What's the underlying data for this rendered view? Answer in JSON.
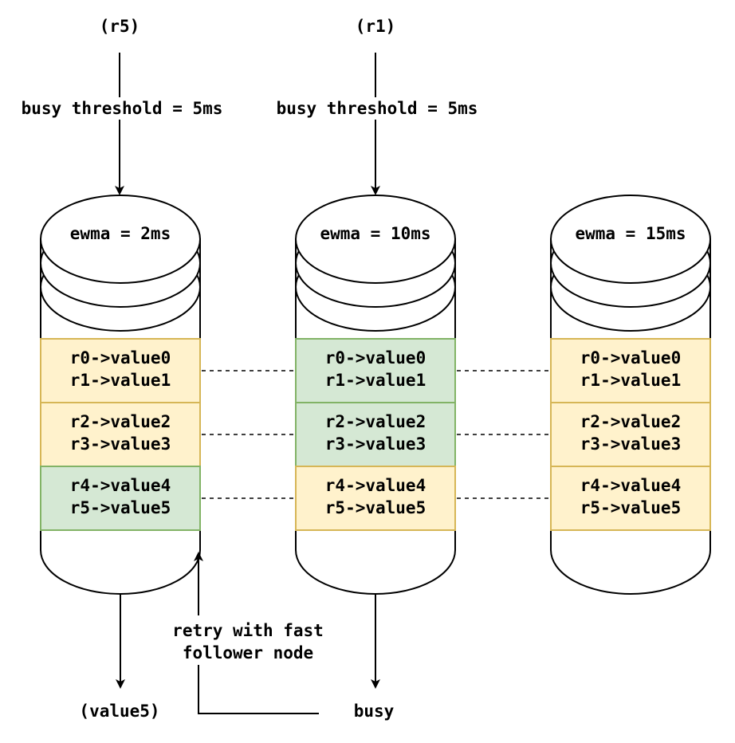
{
  "colors": {
    "green": "#d5e8d4",
    "yellow": "#fff2cc",
    "green_border": "#82b366",
    "yellow_border": "#d6b656"
  },
  "requests": {
    "left": "(r5)",
    "middle": "(r1)"
  },
  "thresholds": {
    "left": "busy threshold = 5ms",
    "middle": "busy threshold = 5ms"
  },
  "nodes": [
    {
      "ewma": "ewma = 2ms",
      "rows": [
        {
          "line1": "r0->value0",
          "line2": "r1->value1",
          "color": "yellow"
        },
        {
          "line1": "r2->value2",
          "line2": "r3->value3",
          "color": "yellow"
        },
        {
          "line1": "r4->value4",
          "line2": "r5->value5",
          "color": "green"
        }
      ]
    },
    {
      "ewma": "ewma = 10ms",
      "rows": [
        {
          "line1": "r0->value0",
          "line2": "r1->value1",
          "color": "green"
        },
        {
          "line1": "r2->value2",
          "line2": "r3->value3",
          "color": "green"
        },
        {
          "line1": "r4->value4",
          "line2": "r5->value5",
          "color": "yellow"
        }
      ]
    },
    {
      "ewma": "ewma = 15ms",
      "rows": [
        {
          "line1": "r0->value0",
          "line2": "r1->value1",
          "color": "yellow"
        },
        {
          "line1": "r2->value2",
          "line2": "r3->value3",
          "color": "yellow"
        },
        {
          "line1": "r4->value4",
          "line2": "r5->value5",
          "color": "yellow"
        }
      ]
    }
  ],
  "outputs": {
    "left": "(value5)",
    "middle": "busy"
  },
  "retry_label": {
    "line1": "retry with fast",
    "line2": "follower node"
  }
}
